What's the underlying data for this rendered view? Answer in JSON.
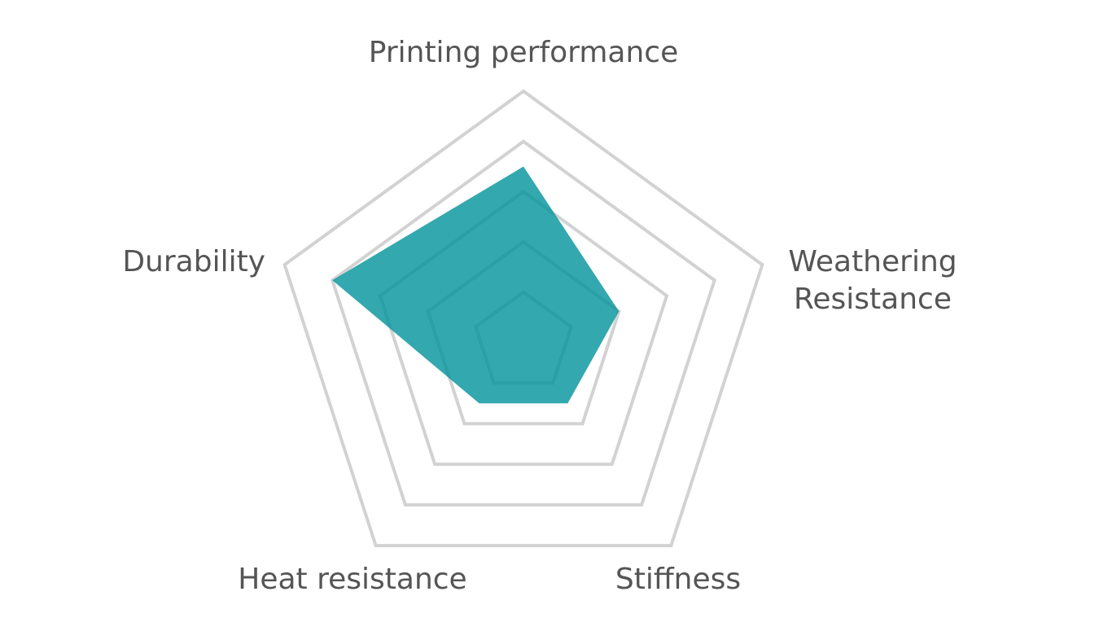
{
  "chart_data": {
    "type": "radar",
    "title": "",
    "axes": [
      "Printing performance",
      "Weathering Resistance",
      "Stiffness",
      "Heat resistance",
      "Durability"
    ],
    "axis_label_lines": [
      [
        "Printing performance"
      ],
      [
        "Weathering",
        "Resistance"
      ],
      [
        "Stiffness"
      ],
      [
        "Heat resistance"
      ],
      [
        "Durability"
      ]
    ],
    "series": [
      {
        "name": "",
        "values": [
          3.5,
          2,
          1.5,
          1.5,
          4
        ]
      }
    ],
    "rlim": [
      0,
      5
    ],
    "grid_levels": 5,
    "grid": true,
    "colors": {
      "fill": "#00929a",
      "grid": "#d2d2d2",
      "label": "#555555"
    }
  }
}
